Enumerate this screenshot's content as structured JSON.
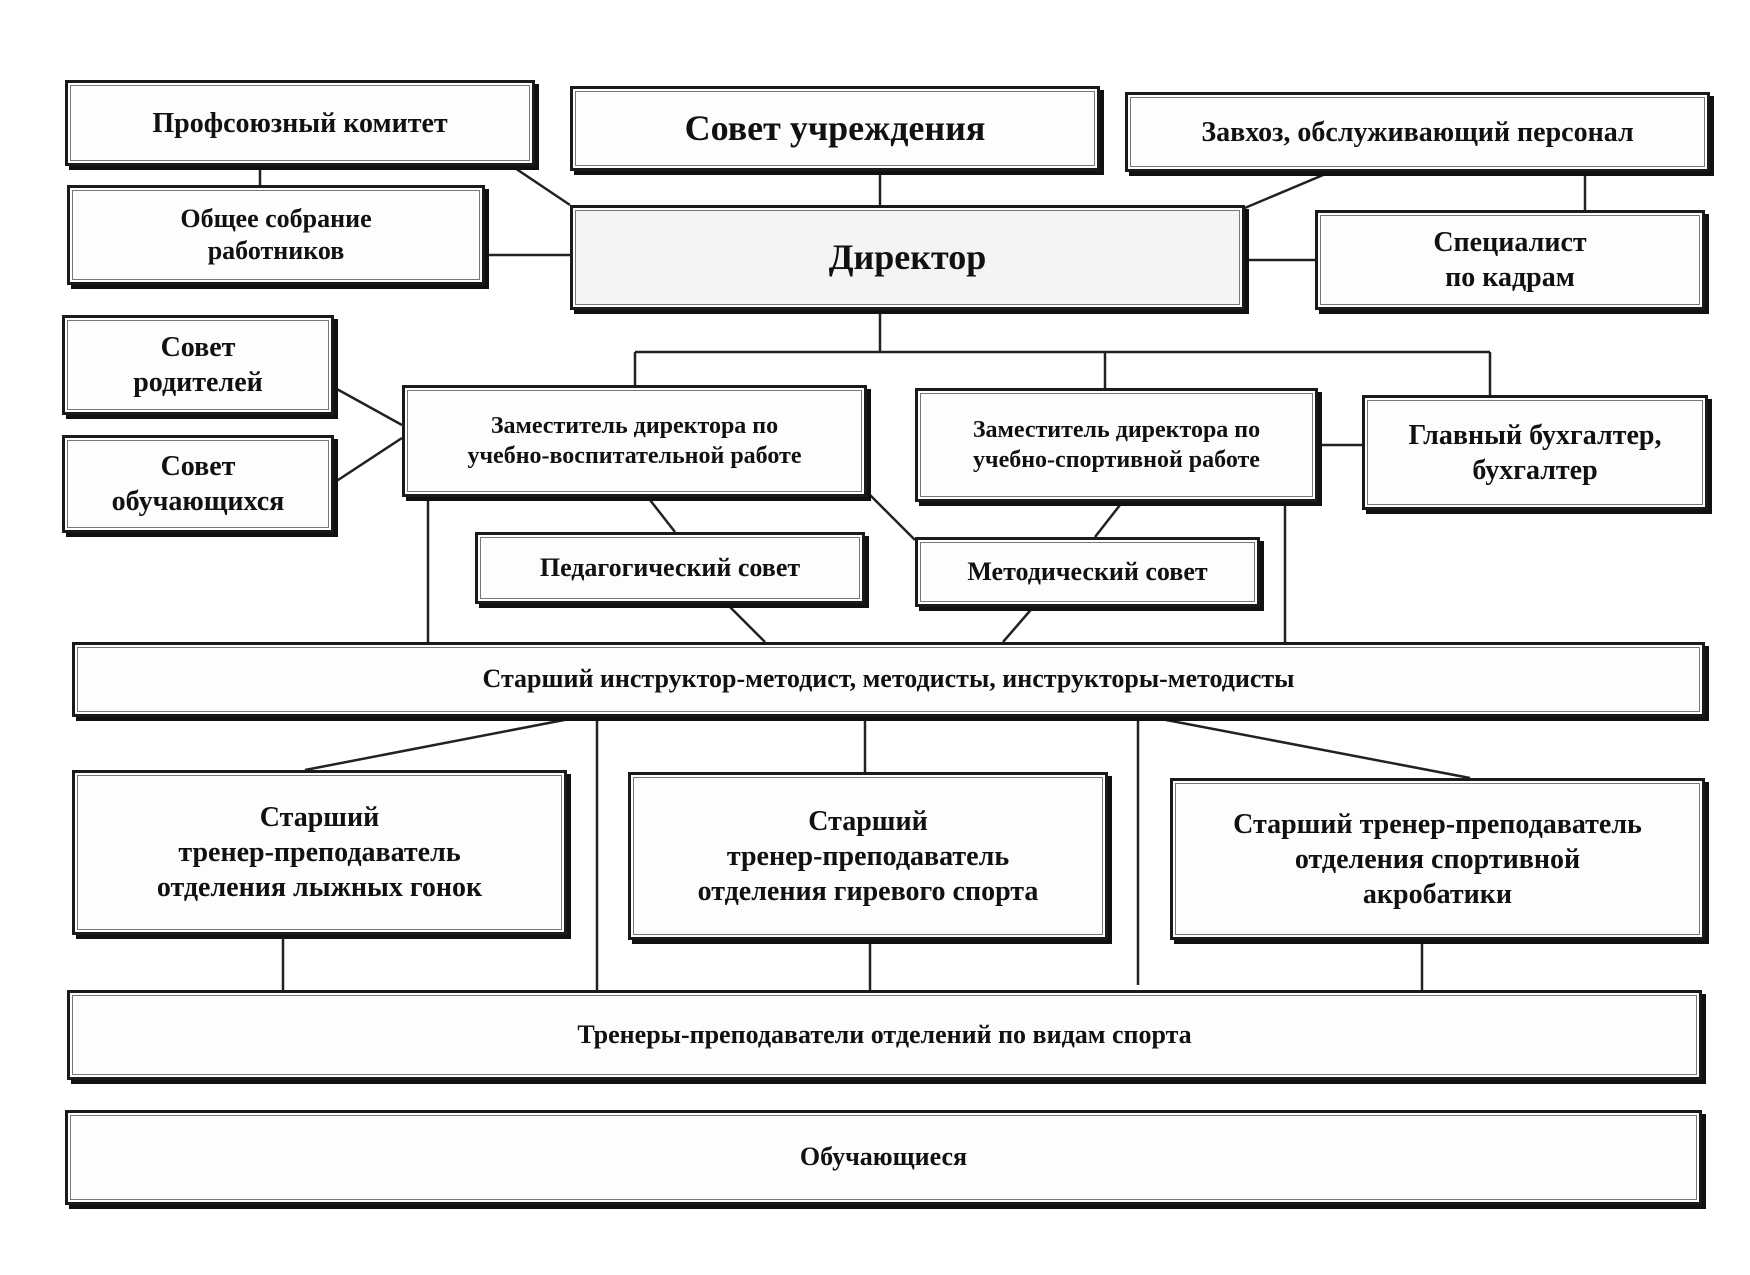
{
  "nodes": {
    "trade_union": "Профсоюзный комитет",
    "institution_council": "Совет учреждения",
    "supply_manager": "Завхоз, обслуживающий персонал",
    "general_meeting": "Общее собрание\nработников",
    "director": "Директор",
    "hr_specialist": "Специалист\nпо кадрам",
    "parents_council": "Совет\nродителей",
    "students_council": "Совет\nобучающихся",
    "deputy_education": "Заместитель директора по\nучебно-воспитательной работе",
    "deputy_sport": "Заместитель директора по\nучебно-спортивной работе",
    "chief_accountant": "Главный бухгалтер,\nбухгалтер",
    "pedagogical_council": "Педагогический совет",
    "methodical_council": "Методический совет",
    "senior_instructor": "Старший инструктор-методист, методисты, инструкторы-методисты",
    "ski_coach": "Старший\nтренер-преподаватель\nотделения лыжных гонок",
    "kettlebell_coach": "Старший\nтренер-преподаватель\nотделения гиревого спорта",
    "acrobatics_coach": "Старший тренер-преподаватель\nотделения спортивной\nакробатики",
    "coaches": "Тренеры-преподаватели отделений по видам спорта",
    "students": "Обучающиеся"
  },
  "colors": {
    "line": "#222222",
    "border": "#1a1a1a",
    "background": "#ffffff"
  }
}
